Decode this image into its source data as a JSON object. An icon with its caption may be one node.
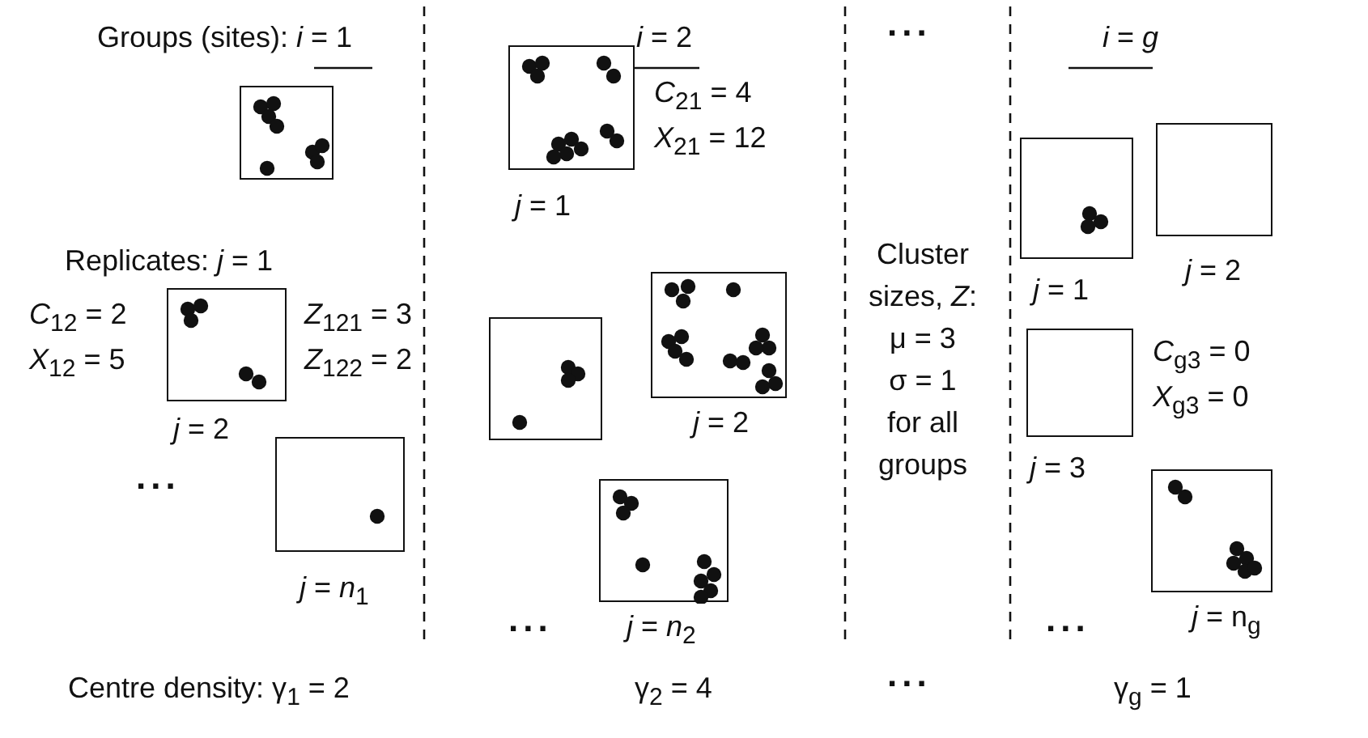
{
  "diagram": {
    "nodes": [
      {
        "text": [],
        "shape": "box"
      },
      {
        "text": [],
        "shape": "box",
        "beside": [
          "*C*$_{12}$ = 2",
          "*X*$_{12}$ = 5",
          "*Z*$_{121}$ = 3",
          "*Z*$_{122}$ = 2",
          "*j* = 2"
        ]
      },
      {
        "text": [],
        "shape": "box",
        "beside": [
          "*j* = *n*$_{1}$"
        ]
      },
      {
        "text": [],
        "shape": "box",
        "beside": [
          "*C*$_{21}$ = 4",
          "*X*$_{21}$ = 12",
          "*j* = 1"
        ]
      },
      {
        "text": [],
        "shape": "box"
      },
      {
        "text": [],
        "shape": "box",
        "beside": [
          "*j* = 2"
        ]
      },
      {
        "text": [],
        "shape": "box",
        "beside": [
          "*j* = *n*$_{2}$"
        ]
      },
      {
        "text": [],
        "shape": "box",
        "beside": [
          "*j* = 1"
        ]
      },
      {
        "text": [],
        "shape": "box",
        "beside": [
          "*j* = 2"
        ]
      },
      {
        "text": [],
        "shape": "box",
        "beside": [
          "*C*$_{g3}$ = 0",
          "*X*$_{g3}$ = 0",
          "*j* = 3"
        ]
      },
      {
        "text": [],
        "shape": "box",
        "beside": [
          "*j* = n$_{g}$"
        ]
      }
    ],
    "edges": [],
    "labels": [
      "Groups (sites): *i* = 1",
      "*i* = 2",
      "...",
      "*i* = *g*",
      "Replicates: *j* = 1",
      "...",
      "Cluster sizes, *Z*:",
      "μ = 3",
      "σ = 1",
      "for all groups",
      "...",
      "...",
      "Centre density: γ$_{1}$ = 2",
      "γ$_{2}$ = 4",
      "...",
      "γ$_{g}$ = 1"
    ]
  }
}
